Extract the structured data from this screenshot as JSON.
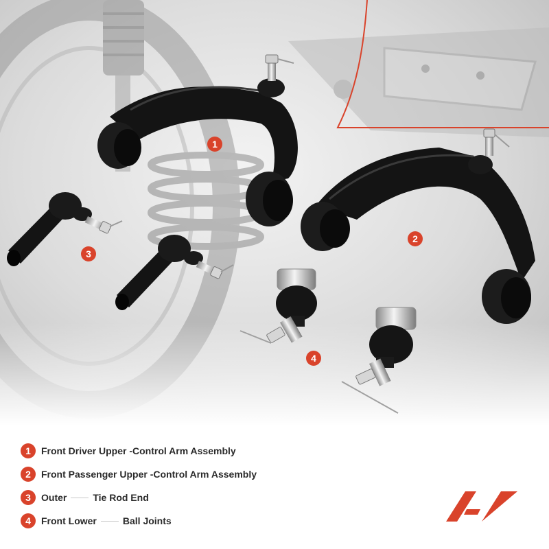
{
  "callouts": [
    "1",
    "2",
    "3",
    "4"
  ],
  "legend": [
    {
      "num": "1",
      "label": "Front Driver Upper -Control Arm Assembly"
    },
    {
      "num": "2",
      "label": "Front Passenger Upper -Control Arm Assembly"
    },
    {
      "num": "3",
      "label_a": "Outer",
      "label_b": "Tie Rod End"
    },
    {
      "num": "4",
      "label_a": "Front Lower",
      "label_b": "Ball Joints"
    }
  ],
  "colors": {
    "accent": "#d9432b",
    "text": "#2a2a2a",
    "part": "#111111"
  },
  "icons": [
    "brand-logo-icon"
  ]
}
